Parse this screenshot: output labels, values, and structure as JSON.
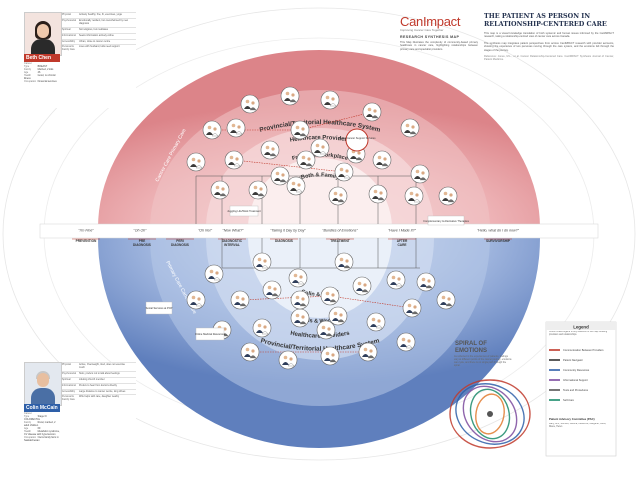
{
  "brand": {
    "name": "CanImpact",
    "tagline": "Improving Cancer Care Together",
    "subtitle": "RESEARCH SYNTHESIS MAP",
    "intro": "This Map illustrates the complexity of community-based primary healthcare in cancer care, highlighting relationships between primary care and specialist providers.",
    "accent": "#c0392b"
  },
  "title": {
    "line1": "THE PATIENT AS PERSON IN",
    "line2": "RELATIONSHIP-CENTERED CARE",
    "body1": "This map is a visual knowledge translation of both systemic and human issues informed by the CanIMPACT research, taking a relationship-centred view of cancer care across Canada.",
    "body2": "The synthesis map integrates patient perspectives from across CanIMPACT research with provider accounts, showing the experience of two personas moving through the care system, and the emotions felt through the stages of the journey.",
    "credit": "Reference: Jones, M.L., et al. Cancer Relationship-Centered Care. CanIMPACT Synthesis Journal of Cancer, Patient Medicine."
  },
  "rings": {
    "top_outer": "Provincial/Territorial Healthcare System",
    "top_providers": "Healthcare Providers",
    "top_friends": "Friends & Workplace",
    "top_family": "Both & Family",
    "bottom_family": "Colin & Family",
    "bottom_friends": "Friends & Workplace",
    "bottom_providers": "Healthcare Providers",
    "bottom_outer": "Provincial/Territorial Healthcare System",
    "side_top": "Cancer Care Primary Care",
    "side_bottom": "Primary Care Cancer Care"
  },
  "quotes": [
    "\"I'm Fine\"",
    "\"Oh Oh\"",
    "\"Oh No!\"",
    "\"Now What?\"",
    "\"Taking it Day by Day\"",
    "\"Bundles of Emotions\"",
    "\"Have I Made It?\"",
    "\"Hello, what do I do now?\""
  ],
  "stages": [
    "PREVENTION",
    "PRE DIAGNOSIS",
    "PERI DIAGNOSIS",
    "DIAGNOSTIC INTERVAL",
    "DIAGNOSIS",
    "TREATMENT",
    "AFTER CARE",
    "SURVIVORSHIP"
  ],
  "callouts": {
    "breast_clinic": "Breast Cancer Support Services",
    "complementary": "Complementary & Alternative Therapies",
    "juggling": "Juggling Life/Work Treatment",
    "support": "Social Services at PCP",
    "web": "Online Medical Resources"
  },
  "persona_top": {
    "name": "Beth Chen",
    "color": "#c0392b",
    "info": [
      [
        "Cancer Type",
        "BREAST"
      ],
      [
        "Family",
        "Married, 2 kids"
      ],
      [
        "Age",
        "46"
      ],
      [
        "Health",
        "Good, no chronic illness"
      ],
      [
        "Occupation",
        "Financial services"
      ]
    ],
    "rows": [
      [
        "Physical",
        "Actively healthy, fine, fit, exercises, yoga"
      ],
      [
        "Psychosocial",
        "Emotionally resilient, but overwhelmed by new diagnosis"
      ],
      [
        "Spiritual",
        "Not religious, but meditates"
      ],
      [
        "Informational",
        "Seeks information actively online"
      ],
      [
        "Accessibility",
        "Urban, close to cancer centre"
      ],
      [
        "Personal & Family Care",
        "Lives with husband, kids need support"
      ]
    ]
  },
  "persona_bottom": {
    "name": "Colin McCain",
    "color": "#2e5fa8",
    "info": [
      [
        "Cancer Type",
        "Stage III COLORECTAL"
      ],
      [
        "Family",
        "Rural, married, 2 adult children"
      ],
      [
        "Age",
        "69"
      ],
      [
        "Health",
        "Metabolic syndrome, CV disease with hypertension"
      ],
      [
        "Occupation",
        "Owns family farm in Saskatchewan"
      ]
    ],
    "rows": [
      [
        "Physical",
        "Active, Overweight, tired, does not exercise much"
      ],
      [
        "Psychosocial",
        "Stoic, prefers not to talk about feelings"
      ],
      [
        "Spiritual",
        "Lifelong church member"
      ],
      [
        "Informational",
        "Prefers to hear from doctors directly"
      ],
      [
        "Accessibility",
        "Large distance to cancer centre, long drives"
      ],
      [
        "Personal & Family Care",
        "Wife helps with care, daughter nearby"
      ]
    ]
  },
  "emotions": {
    "title_line1": "SPIRAL OF",
    "title_line2": "EMOTIONS",
    "body": "As reflected in the experiences of patients, feelings vary at different points of the cancer journey; emotions can cycle, and there is no single path through the spiral."
  },
  "legend": {
    "title": "Legend",
    "intro": "Colour coded legend of key features on the map showing providers and relationships.",
    "items": [
      {
        "label": "Communication Between Providers",
        "color": "#c0392b"
      },
      {
        "label": "Patient Navigator",
        "color": "#333333"
      },
      {
        "label": "Community Resources",
        "color": "#2e5fa8"
      },
      {
        "label": "Informational Support",
        "color": "#7b4a9e"
      },
      {
        "label": "Tests and Procedures",
        "color": "#555555"
      },
      {
        "label": "Self-Care",
        "color": "#1a8a6a"
      }
    ],
    "advisory_title": "Patient Advisory Committee (PAC)",
    "advisory_names": "Mary, Ann, Jennifer, Glenna, Katherine, Margaret, Carol, Diane, Helen"
  },
  "colors": {
    "top_half": "#e9a0a4",
    "bottom_half": "#8ea7d6",
    "accent": "#c0392b",
    "navy": "#24324f"
  }
}
